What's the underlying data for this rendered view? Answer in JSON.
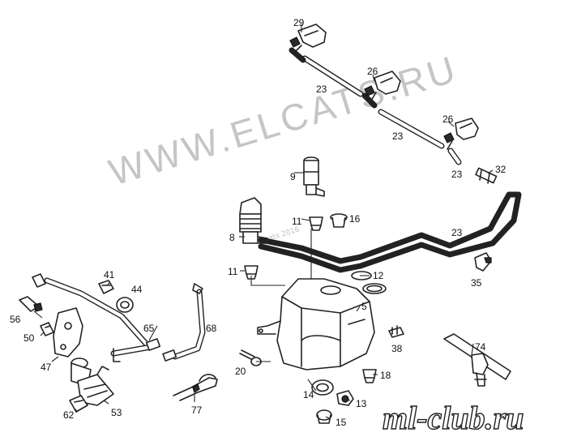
{
  "watermark": {
    "main": "WWW.ELCATS.RU",
    "small": "Elcats 2016"
  },
  "logo": {
    "text": "ml-club.ru"
  },
  "labels": {
    "p29": "29",
    "p23a": "23",
    "p26a": "26",
    "p23b": "23",
    "p26b": "26",
    "p23c": "23",
    "p32": "32",
    "p9": "9",
    "p11a": "11",
    "p16": "16",
    "p23d": "23",
    "p8": "8",
    "p11b": "11",
    "p12": "12",
    "p35": "35",
    "p41": "41",
    "p44": "44",
    "p56": "56",
    "p50": "50",
    "p47": "47",
    "p65": "65",
    "p68": "68",
    "p5": "5",
    "p38": "38",
    "p74": "74",
    "p20": "20",
    "p18": "18",
    "p14": "14",
    "p13": "13",
    "p15": "15",
    "p77": "77",
    "p62": "62",
    "p53": "53"
  }
}
